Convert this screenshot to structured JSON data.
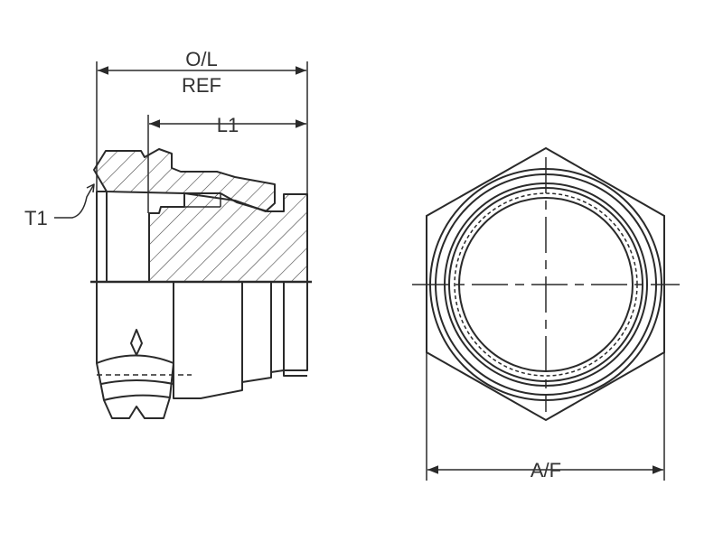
{
  "side_view": {
    "overall_length_label": "O/L",
    "overall_length_ref_label": "REF",
    "length_label": "L1",
    "thread_label": "T1"
  },
  "end_view": {
    "across_flats_label": "A/F"
  },
  "colors": {
    "line": "#2a2a2a",
    "text": "#333333",
    "background": "#ffffff"
  }
}
